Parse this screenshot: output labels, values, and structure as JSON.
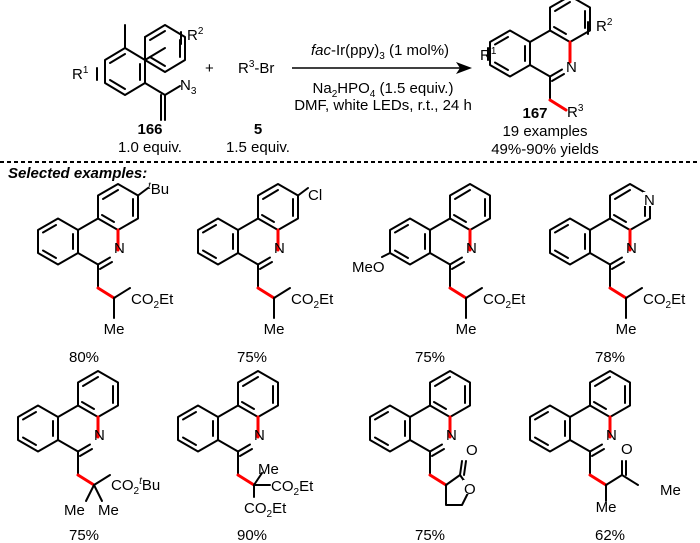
{
  "scheme": {
    "reactant_1": {
      "id": "166",
      "equiv": "1.0 equiv.",
      "labels": {
        "r1": "R",
        "r1_sup": "1",
        "r2": "R",
        "r2_sup": "2",
        "azide": "N",
        "azide_sub": "3"
      }
    },
    "plus": "+",
    "reactant_2": {
      "id": "5",
      "equiv": "1.5 equiv.",
      "formula_r": "R",
      "formula_sup": "3",
      "formula_rest": "-Br"
    },
    "conditions": {
      "catalyst_italic": "fac",
      "catalyst_rest": "-Ir(ppy)",
      "catalyst_sub": "3",
      "catalyst_loading": " (1 mol%)",
      "base_a": "Na",
      "base_sub1": "2",
      "base_b": "HPO",
      "base_sub2": "4",
      "base_rest": " (1.5 equiv.)",
      "line3": "DMF, white LEDs, r.t., 24 h"
    },
    "product": {
      "id": "167",
      "examples": "19 examples",
      "yields": "49%-90% yields",
      "labels": {
        "r1": "R",
        "r1_sup": "1",
        "r2": "R",
        "r2_sup": "2",
        "r3": "R",
        "r3_sup": "3",
        "n": "N"
      }
    }
  },
  "section_title": "Selected examples:",
  "examples": [
    {
      "yield": "80%",
      "substituent": "Bu",
      "substituent_sup": "t",
      "side": "CO2Et",
      "side_main": "CO",
      "side_sub": "2",
      "side_end": "Et",
      "me": "Me",
      "n": "N"
    },
    {
      "yield": "75%",
      "substituent": "Cl",
      "side_main": "CO",
      "side_sub": "2",
      "side_end": "Et",
      "me": "Me",
      "n": "N"
    },
    {
      "yield": "75%",
      "substituent": "MeO",
      "side_main": "CO",
      "side_sub": "2",
      "side_end": "Et",
      "me": "Me",
      "n": "N"
    },
    {
      "yield": "78%",
      "ring_n": "N",
      "side_main": "CO",
      "side_sub": "2",
      "side_end": "Et",
      "me": "Me",
      "n": "N"
    },
    {
      "yield": "75%",
      "side_main": "CO",
      "side_sub": "2",
      "side_sup": "t",
      "side_end": "Bu",
      "me1": "Me",
      "me2": "Me",
      "n": "N"
    },
    {
      "yield": "90%",
      "me": "Me",
      "side_main": "CO",
      "side_sub": "2",
      "side_end": "Et",
      "side2_main": "CO",
      "side2_sub": "2",
      "side2_end": "Et",
      "n": "N"
    },
    {
      "yield": "75%",
      "carbonyl_o": "O",
      "ring_o": "O",
      "n": "N"
    },
    {
      "yield": "62%",
      "carbonyl_o": "O",
      "me1": "Me",
      "me2": "Me",
      "n": "N"
    }
  ],
  "colors": {
    "new_bond": "#ff0000",
    "ink": "#000000"
  }
}
